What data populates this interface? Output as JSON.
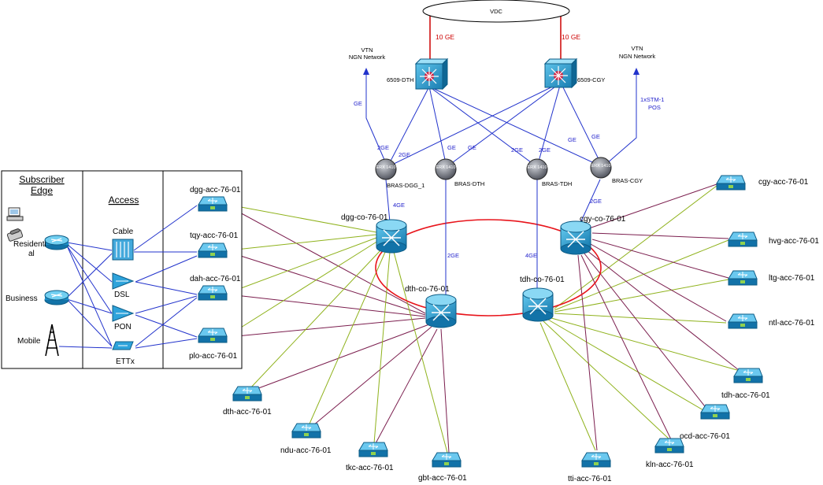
{
  "cloud": {
    "label": "VDC"
  },
  "core_links": {
    "dth": "10 GE",
    "cgy": "10 GE"
  },
  "core_switches": {
    "dth": "6509-DTH",
    "cgy": "6509-CGY"
  },
  "vtn": {
    "left": [
      "VTN",
      "NGN Network"
    ],
    "right": [
      "VTN",
      "NGN Network"
    ]
  },
  "link_labels": {
    "ge_left": "GE",
    "stm": [
      "1xSTM-1",
      "POS"
    ],
    "bras_dgg_a": "2GE",
    "bras_dgg_b": "2GE",
    "bras_dth_a": "GE",
    "bras_dth_b": "GE",
    "bras_tdh_a": "2GE",
    "bras_tdh_b": "2GE",
    "bras_cgy_a": "GE",
    "bras_cgy_b": "GE",
    "dgg_co_up": "4GE",
    "dth_co_up": "2GE",
    "tdh_co_up": "4GE",
    "cgy_co_up": "2GE"
  },
  "bras": [
    {
      "id": "dgg",
      "label": "BRAS-DGG_1",
      "inner": "ERX 1410"
    },
    {
      "id": "dth",
      "label": "BRAS-DTH",
      "inner": "ERX 1410"
    },
    {
      "id": "tdh",
      "label": "BRAS-TDH",
      "inner": "ERX 1410"
    },
    {
      "id": "cgy",
      "label": "BRAS-CGY",
      "inner": "ERX 1410"
    }
  ],
  "co_routers": {
    "dgg": "dgg-co-76-01",
    "dth": "dth-co-76-01",
    "tdh": "tdh-co-76-01",
    "cgy": "cgy-co-76-01"
  },
  "legend_box": {
    "subscriber_edge": [
      "Subscriber",
      "Edge"
    ],
    "access": "Access",
    "subscribers": [
      "Residenti",
      "al",
      "Business",
      "Mobile"
    ],
    "access_types": [
      "Cable",
      "DSL",
      "PON",
      "ETTx"
    ]
  },
  "left_access": [
    "dgg-acc-76-01",
    "tqy-acc-76-01",
    "dah-acc-76-01",
    "plo-acc-76-01"
  ],
  "bottom_access": [
    "dth-acc-76-01",
    "ndu-acc-76-01",
    "tkc-acc-76-01",
    "gbt-acc-76-01",
    "tti-acc-76-01",
    "kln-acc-76-01",
    "ocd-acc-76-01",
    "tdh-acc-76-01"
  ],
  "right_access": [
    "cgy-acc-76-01",
    "hvg-acc-76-01",
    "ltg-acc-76-01",
    "ntl-acc-76-01"
  ],
  "colors": {
    "uplink": "#2233cc",
    "ring": "#e8141b",
    "mesh_a": "#8fb21c",
    "mesh_b": "#7b1e4e",
    "device": "#1e8fc8"
  }
}
